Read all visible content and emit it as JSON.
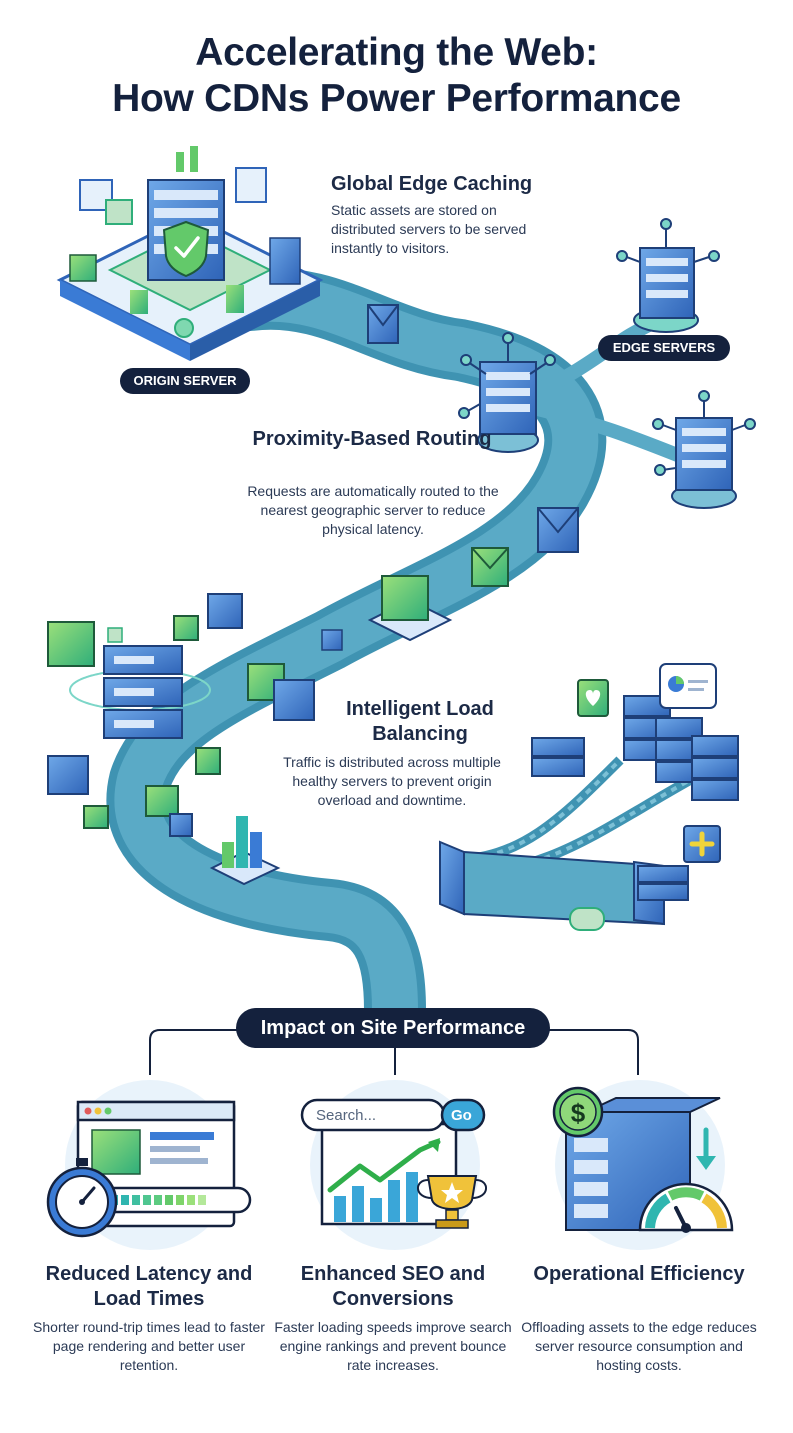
{
  "title": {
    "line1": "Accelerating the Web:",
    "line2": "How CDNs Power Performance"
  },
  "steps": [
    {
      "heading": "Global Edge Caching",
      "body": "Static assets are stored on distributed servers to be served instantly to visitors."
    },
    {
      "heading": "Proximity-Based Routing",
      "body": "Requests are automatically routed to the nearest geographic server to reduce physical latency."
    },
    {
      "heading": "Intelligent Load Balancing",
      "body": "Traffic is distributed across multiple healthy servers to prevent origin overload and downtime."
    }
  ],
  "labels": {
    "origin_server": "ORIGIN SERVER",
    "edge_servers": "EDGE SERVERS",
    "impact": "Impact on Site Performance"
  },
  "impact_cards": [
    {
      "title": "Reduced Latency and Load Times",
      "body": "Shorter round-trip times lead to faster page rendering and better user retention."
    },
    {
      "title": "Enhanced SEO and Conversions",
      "body": "Faster loading speeds improve search engine rankings and prevent bounce rate increases."
    },
    {
      "title": "Operational Efficiency",
      "body": "Offloading assets to the edge reduces server resource consumption and hosting costs."
    }
  ],
  "search_box": {
    "placeholder": "Search...",
    "button": "Go"
  },
  "dollar_sign": "$",
  "colors": {
    "navy": "#14213d",
    "road": "#3f93b2",
    "road_light": "#7cc0d6",
    "blue": "#3a7bd5",
    "green": "#63c96a",
    "teal": "#2fb6b0"
  },
  "icons": [
    "shield-check-icon",
    "envelope-icon",
    "cube-icon",
    "server-rack-icon",
    "stopwatch-icon",
    "trophy-icon",
    "dollar-coin-icon",
    "gauge-icon",
    "heart-bubble-icon",
    "plus-icon",
    "chart-bubble-icon"
  ]
}
